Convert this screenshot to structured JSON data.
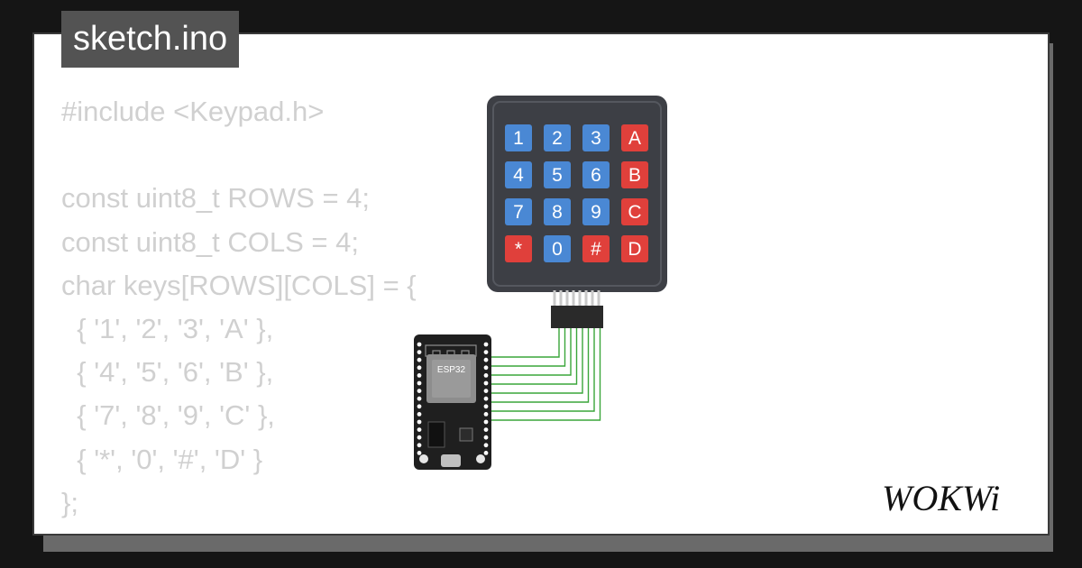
{
  "file_tab": {
    "label": "sketch.ino"
  },
  "code_lines": [
    "#include <Keypad.h>",
    "",
    "const uint8_t ROWS = 4;",
    "const uint8_t COLS = 4;",
    "char keys[ROWS][COLS] = {",
    "  { '1', '2', '3', 'A' },",
    "  { '4', '5', '6', 'B' },",
    "  { '7', '8', '9', 'C' },",
    "  { '*', '0', '#', 'D' }",
    "};"
  ],
  "keypad": {
    "keys": [
      [
        "1",
        "2",
        "3",
        "A"
      ],
      [
        "4",
        "5",
        "6",
        "B"
      ],
      [
        "7",
        "8",
        "9",
        "C"
      ],
      [
        "*",
        "0",
        "#",
        "D"
      ]
    ],
    "colors": {
      "blue_key": "#4a88d4",
      "red_key": "#e0403b",
      "body": "#3d3f45"
    }
  },
  "board": {
    "chip_label": "ESP32"
  },
  "brand": {
    "logo_text": "WOKWi"
  },
  "colors": {
    "wire": "#3aa63a",
    "code_text": "#d0d0d0",
    "tab_bg": "#535353"
  }
}
